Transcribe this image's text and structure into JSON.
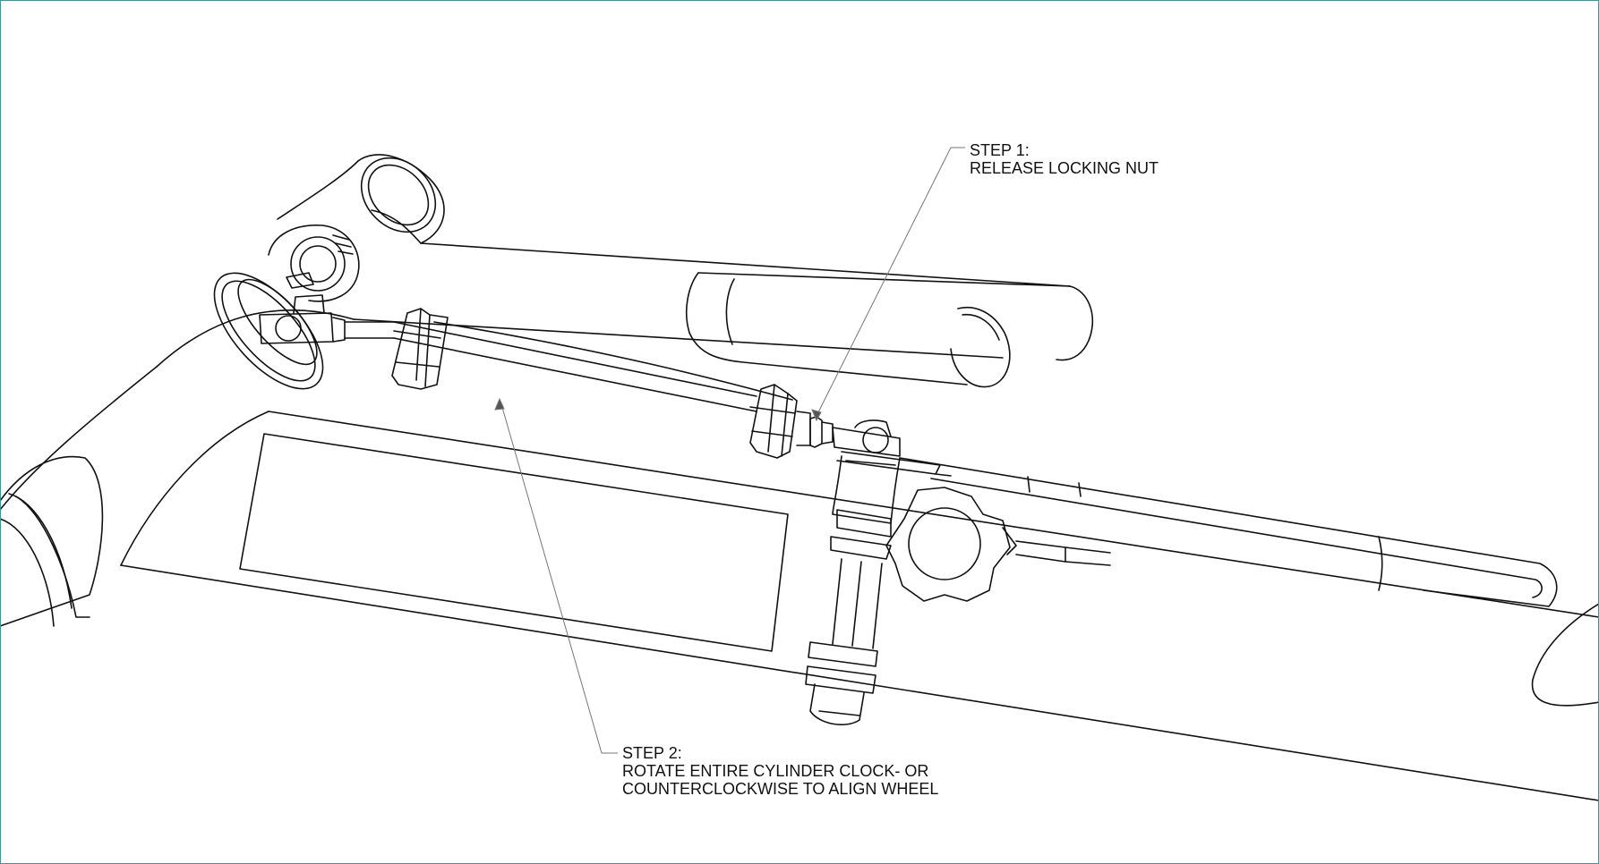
{
  "drawing": {
    "line_color": "#111111",
    "leader_color": "#777777",
    "frame_color": "#4a8f96"
  },
  "callouts": {
    "step1": {
      "title": "STEP 1:",
      "lines": [
        "RELEASE LOCKING NUT"
      ]
    },
    "step2": {
      "title": "STEP 2:",
      "lines": [
        "ROTATE ENTIRE CYLINDER CLOCK- OR",
        "COUNTERCLOCKWISE TO ALIGN WHEEL"
      ]
    }
  }
}
